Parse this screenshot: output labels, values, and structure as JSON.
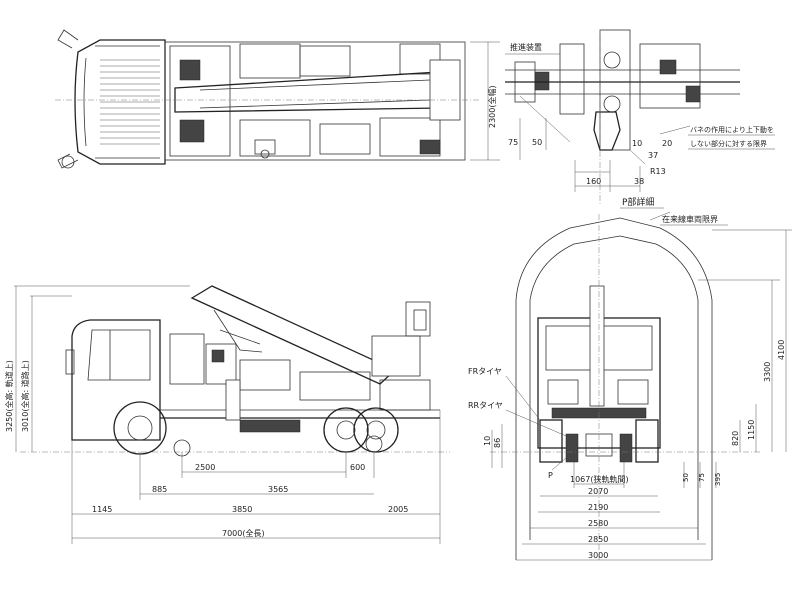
{
  "top_view": {
    "width_dim": "2300(全幅)"
  },
  "detail_view": {
    "label_top": "推進装置",
    "dims": {
      "d75": "75",
      "d50": "50",
      "d10": "10",
      "d37": "37",
      "d20": "20",
      "r13": "R13",
      "d160": "160",
      "d38": "38"
    },
    "note_line1": "バネの作用により上下動を",
    "note_line2": "しない部分に対する限界",
    "title": "P部詳細"
  },
  "side_view": {
    "height_overall": "3250(全高: 軌道上)",
    "height_road": "3010(全高: 道路上)",
    "dims": {
      "wheelbase": "2500",
      "rail_offset": "600",
      "front_part": "885",
      "rear_part": "3565",
      "front_overhang": "1145",
      "mid": "3850",
      "rear_overhang": "2005",
      "total_length": "7000(全長)"
    }
  },
  "rear_view": {
    "clearance_label": "在来線車両限界",
    "fr_tire": "FRタイヤ",
    "rr_tire": "RRタイヤ",
    "gauge": "1067(狭軌軌間)",
    "p_label": "P",
    "left_dims": {
      "d10": "10",
      "d86": "86"
    },
    "right_dims": {
      "d4100": "4100",
      "d3300": "3300",
      "d1150": "1150",
      "d820": "820",
      "d50": "50",
      "d75": "75",
      "d395": "395"
    },
    "width_dims": {
      "d2070": "2070",
      "d2190": "2190",
      "d2580": "2580",
      "d2850": "2850",
      "d3000": "3000"
    }
  }
}
